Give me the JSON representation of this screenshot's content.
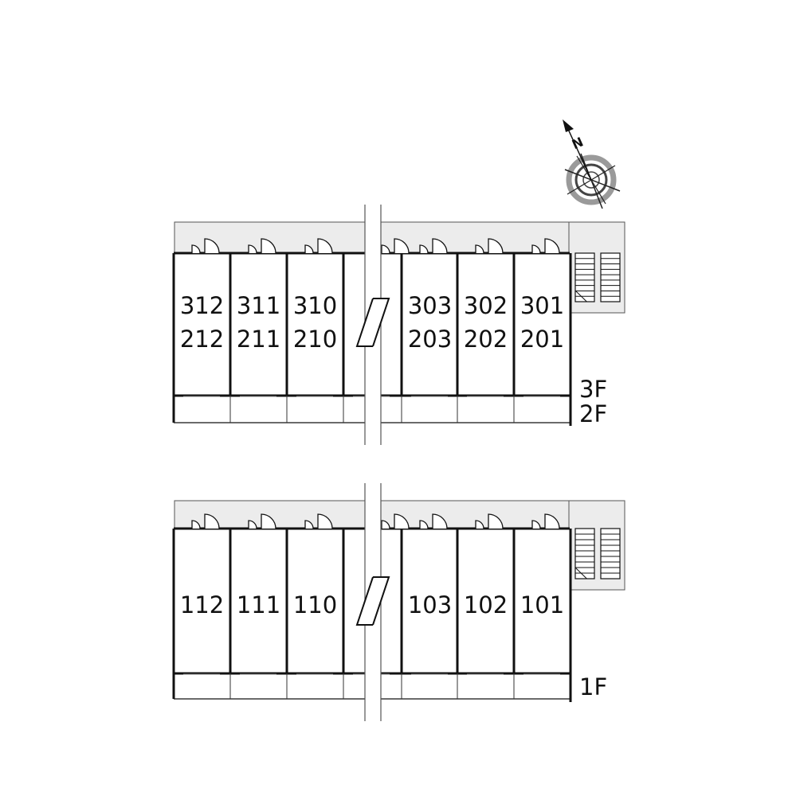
{
  "compass": {
    "north_label": "N",
    "icon": "compass-rose-icon"
  },
  "blocks": [
    {
      "id": "upper",
      "floor_labels": [
        "3F",
        "2F"
      ],
      "left_rooms": [
        {
          "lines": [
            "312",
            "212"
          ]
        },
        {
          "lines": [
            "311",
            "211"
          ]
        },
        {
          "lines": [
            "310",
            "210"
          ]
        }
      ],
      "right_rooms": [
        {
          "lines": [
            "303",
            "203"
          ]
        },
        {
          "lines": [
            "302",
            "202"
          ]
        },
        {
          "lines": [
            "301",
            "201"
          ]
        }
      ]
    },
    {
      "id": "lower",
      "floor_labels": [
        "1F"
      ],
      "left_rooms": [
        {
          "lines": [
            "112"
          ]
        },
        {
          "lines": [
            "111"
          ]
        },
        {
          "lines": [
            "110"
          ]
        }
      ],
      "right_rooms": [
        {
          "lines": [
            "103"
          ]
        },
        {
          "lines": [
            "102"
          ]
        },
        {
          "lines": [
            "101"
          ]
        }
      ]
    }
  ]
}
